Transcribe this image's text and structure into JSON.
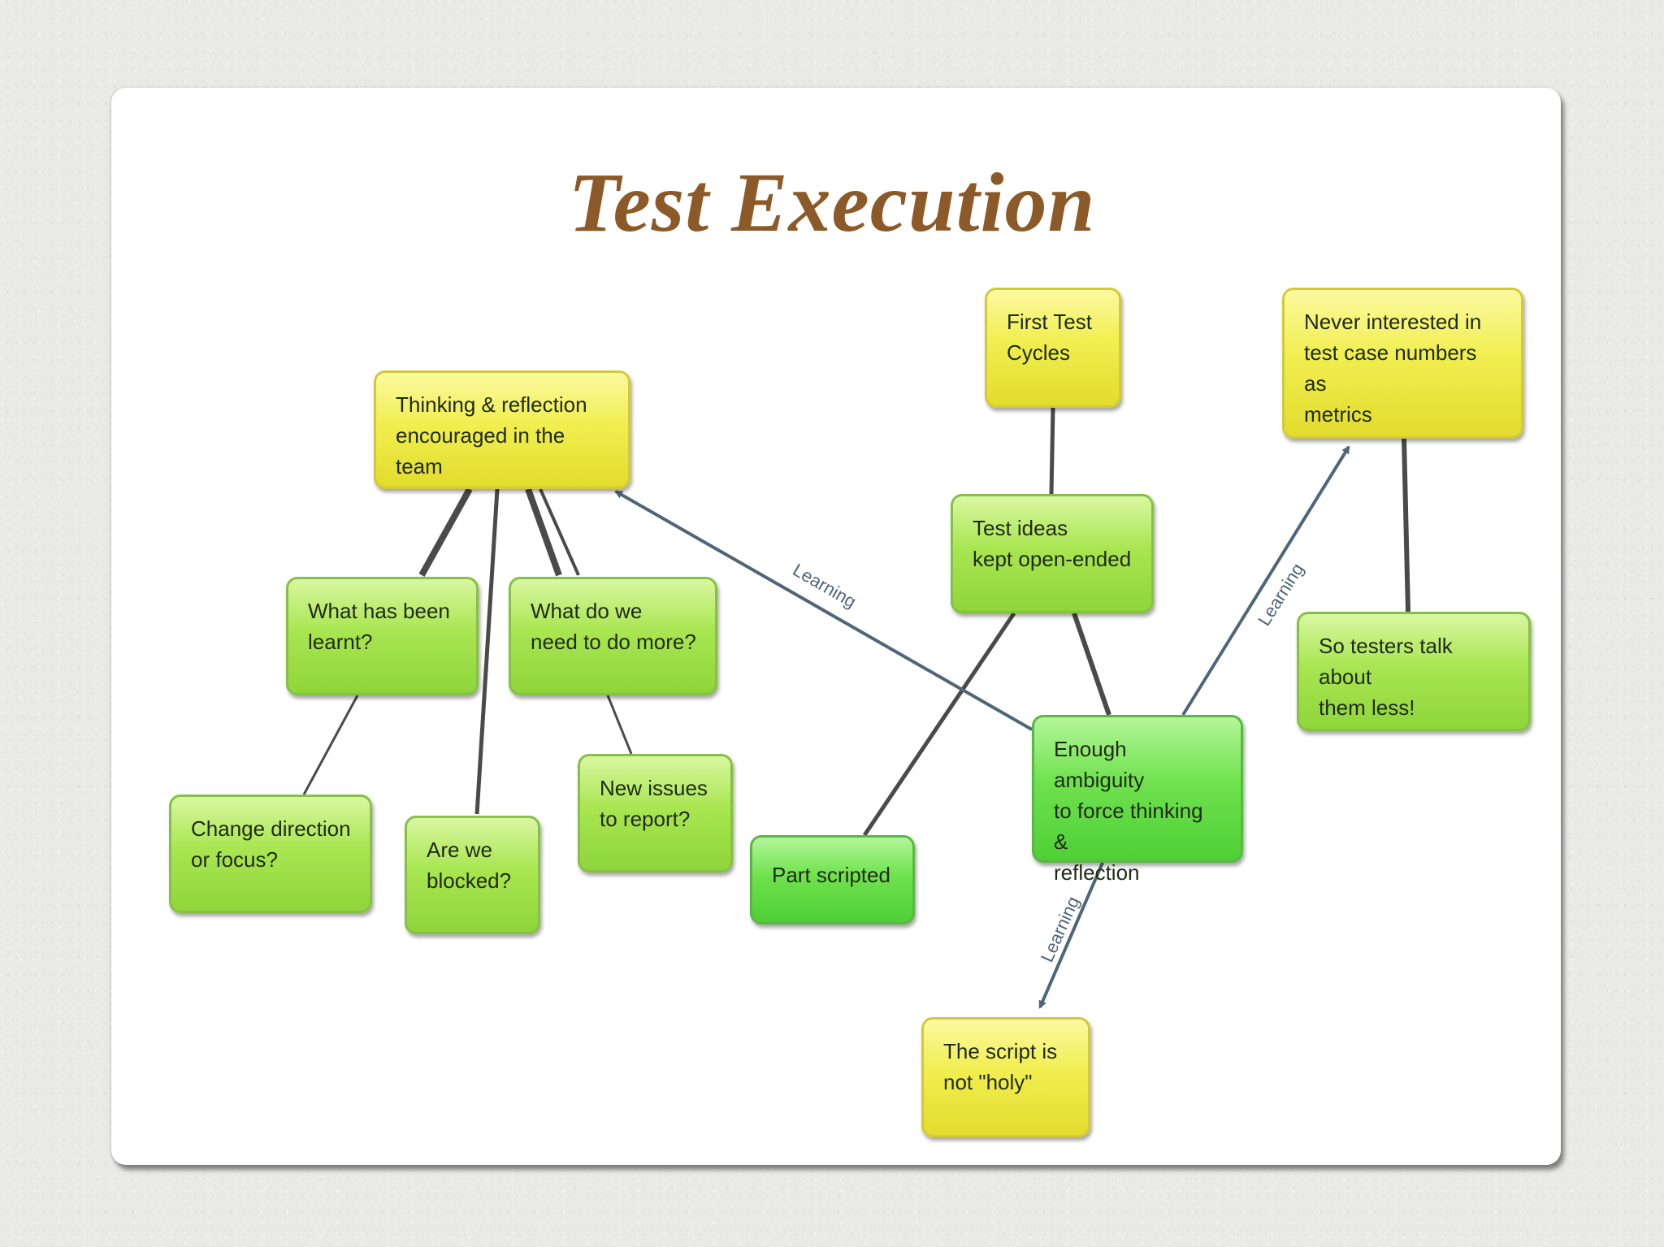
{
  "slide": {
    "title": "Test Execution"
  },
  "diagram": {
    "nodes": {
      "thinking": "Thinking & reflection\nencouraged in the team",
      "what_learnt": "What has been\nlearnt?",
      "what_more": "What do we\nneed to do more?",
      "change_direction": "Change direction\nor focus?",
      "blocked": "Are we\nblocked?",
      "new_issues": "New issues\nto report?",
      "part_scripted": "Part scripted",
      "first_cycles": "First Test\nCycles",
      "test_ideas": "Test ideas\nkept open-ended",
      "ambiguity": "Enough ambiguity\nto force thinking &\nreflection",
      "never_interested": "Never interested in\ntest case numbers as\nmetrics",
      "talk_less": "So testers talk about\nthem less!",
      "not_holy": "The script is\nnot \"holy\""
    },
    "link_labels": {
      "to_thinking": "Learning",
      "to_never": "Learning",
      "to_script": "Learning"
    }
  },
  "colors": {
    "title": "#8c5a28",
    "yellow_node": "#f1ee50",
    "lime_node": "#a9e652",
    "green_node": "#6fe24e",
    "connector": "#4a4a4a",
    "arrow": "#4f6578"
  }
}
